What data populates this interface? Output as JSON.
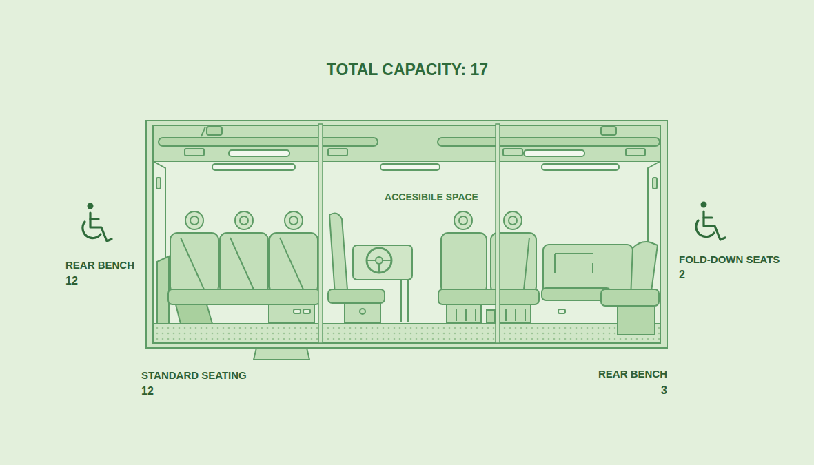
{
  "diagram": {
    "title": "TOTAL CAPACITY: 17",
    "labels": [
      "ACCESIBILE SPACE",
      "REAR BENCH",
      "12",
      "FOLD-DOWN SEATS",
      "2",
      "STANDARD SEATING",
      "12",
      "REAR BENCH",
      "3"
    ]
  }
}
